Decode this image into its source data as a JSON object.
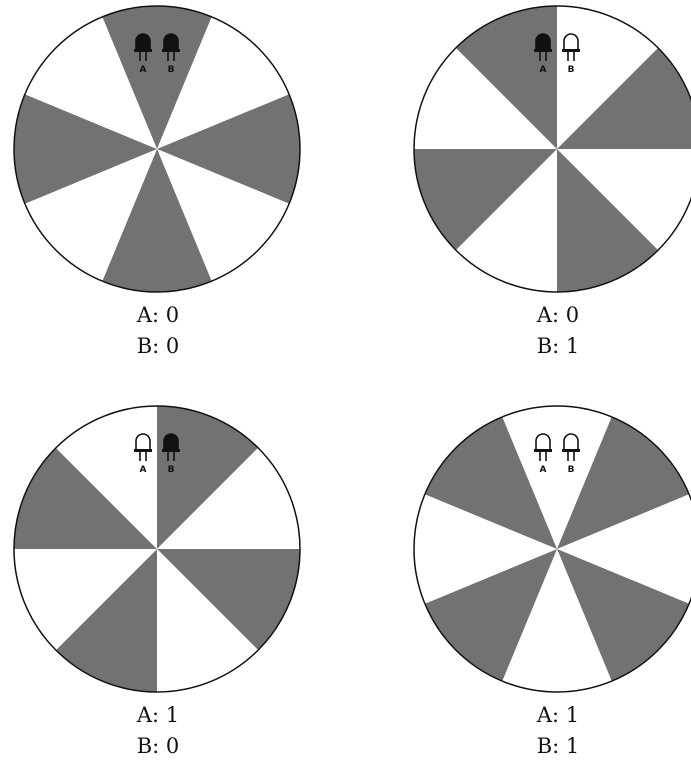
{
  "colors": {
    "dark": "#727272",
    "light": "#ffffff",
    "outline": "#111111",
    "led_on": "#111111",
    "led_off": "#ffffff"
  },
  "panels": [
    {
      "id": "p00",
      "sectors": 8,
      "dark_sectors": [
        0,
        2,
        4,
        6
      ],
      "led_a_label": "A",
      "led_b_label": "B",
      "led_a_on": true,
      "led_b_on": true,
      "line_a": "A: 0",
      "line_b": "B: 0"
    },
    {
      "id": "p01",
      "sectors": 8,
      "dark_sectors": [
        1,
        3,
        5,
        7
      ],
      "led_a_label": "A",
      "led_b_label": "B",
      "led_a_on": true,
      "led_b_on": false,
      "line_a": "A: 0",
      "line_b": "B: 1"
    },
    {
      "id": "p10",
      "sectors": 8,
      "dark_sectors": [
        0,
        2,
        4,
        6
      ],
      "led_a_label": "A",
      "led_b_label": "B",
      "led_a_on": false,
      "led_b_on": true,
      "line_a": "A: 1",
      "line_b": "B: 0"
    },
    {
      "id": "p11",
      "sectors": 8,
      "dark_sectors": [
        1,
        3,
        5,
        7
      ],
      "led_a_label": "A",
      "led_b_label": "B",
      "led_a_on": false,
      "led_b_on": false,
      "line_a": "A: 1",
      "line_b": "B: 1"
    }
  ]
}
